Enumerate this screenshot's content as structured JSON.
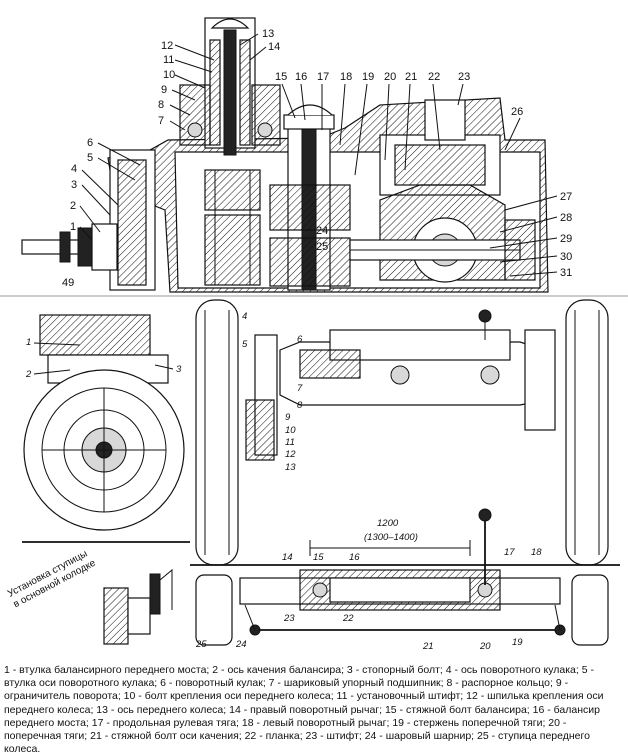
{
  "top_callouts": [
    "12",
    "13",
    "14",
    "11",
    "10",
    "9",
    "8",
    "7",
    "6",
    "5",
    "4",
    "3",
    "2",
    "1",
    "49",
    "15",
    "16",
    "17",
    "18",
    "19",
    "20",
    "21",
    "22",
    "23",
    "26",
    "27",
    "28",
    "29",
    "30",
    "24",
    "25",
    "31"
  ],
  "left_callouts": [
    "1",
    "2",
    "3"
  ],
  "front_callouts": [
    "4",
    "5",
    "6",
    "7",
    "8",
    "9",
    "10",
    "11",
    "12",
    "13"
  ],
  "bottom_callouts": [
    "14",
    "15",
    "16",
    "17",
    "18",
    "19",
    "20",
    "21",
    "22",
    "23",
    "24",
    "25"
  ],
  "dimension": {
    "main": "1200",
    "range": "(1300–1400)"
  },
  "inset_note": "Установка ступицы в основной колодке",
  "caption": "1 - втулка балансирного переднего моста; 2 - ось качения балансира; 3 - стопорный болт; 4 - ось поворотного кулака; 5 - втулка оси поворотного кулака; 6 - поворотный кулак; 7 - шариковый упорный подшипник; 8 - распорное кольцо; 9 - ограничитель поворота; 10 - болт крепления оси переднего колеса; 11 - установочный штифт; 12 - шпилька крепления оси переднего колеса; 13 - ось переднего колеса; 14 - правый поворотный рычаг; 15 - стяжной болт балансира; 16 - балансир переднего моста; 17 - продольная рулевая тяга; 18 - левый поворотный рычаг; 19 - стержень поперечной тяги; 20 - поперечная тяги; 21 - стяжной болт оси качения; 22 - планка; 23 - штифт; 24 - шаровый шарнир; 25 - ступица переднего колеса."
}
